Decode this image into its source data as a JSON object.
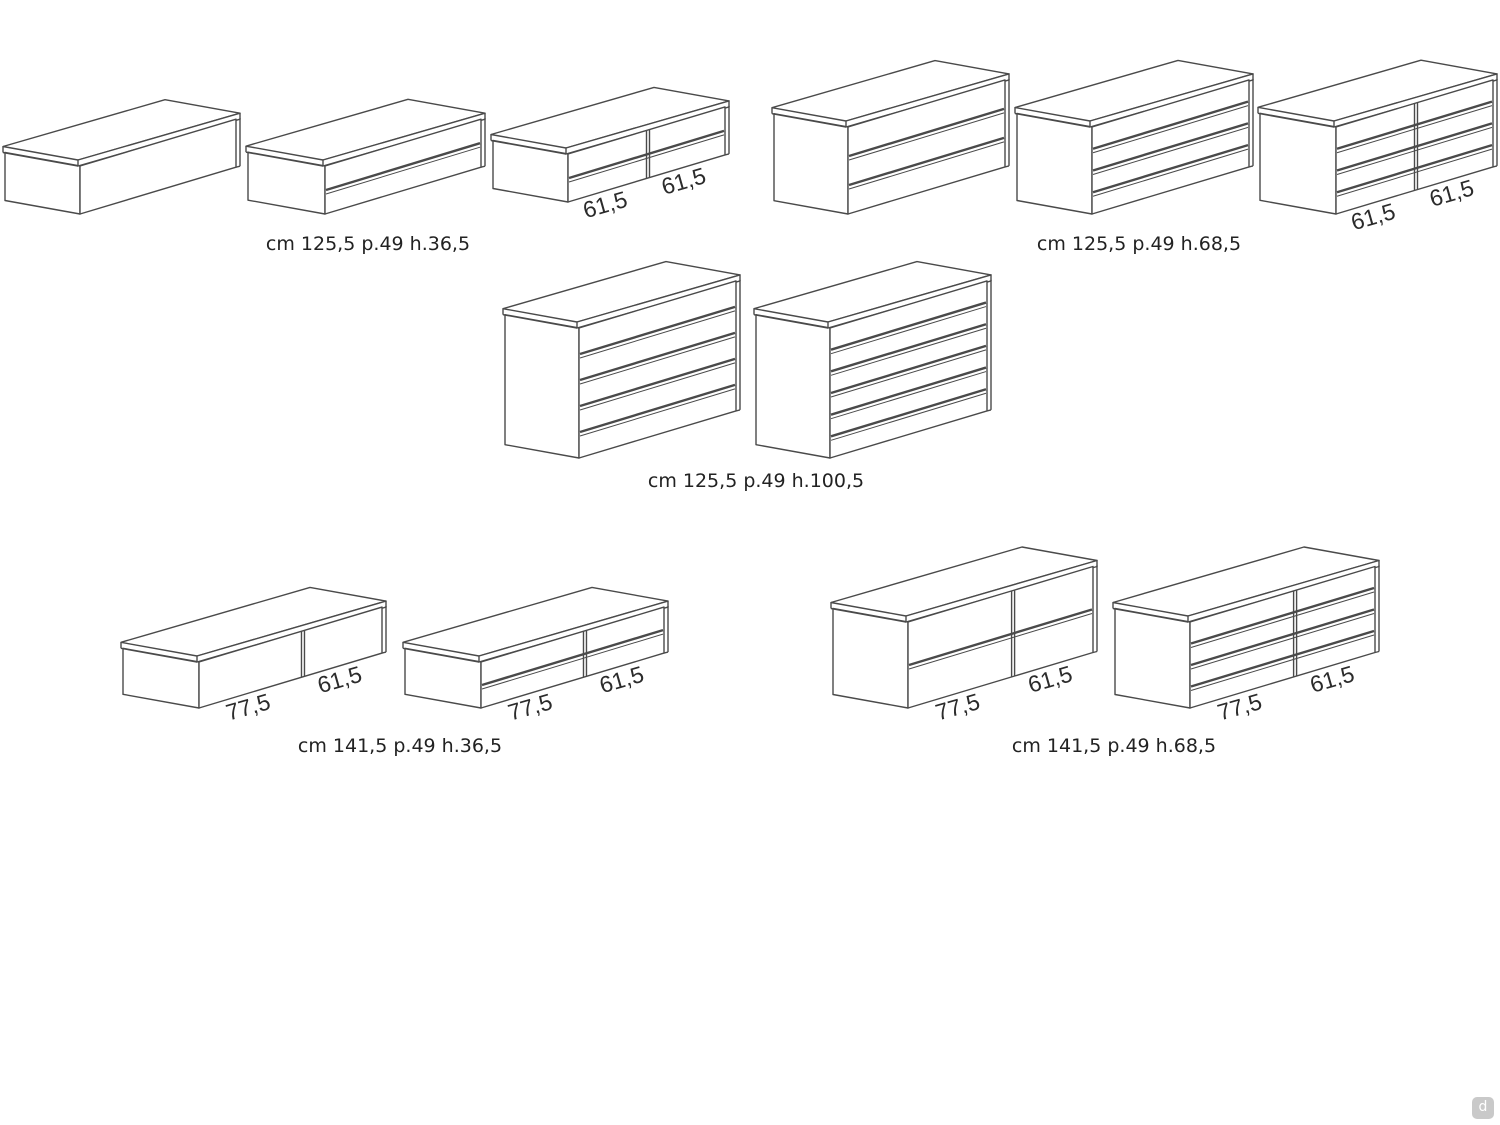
{
  "groups": [
    {
      "caption": "cm 125,5 p.49 h.36,5",
      "variants": [
        {
          "drawer_rows": 1,
          "columns": 1,
          "widths": []
        },
        {
          "drawer_rows": 2,
          "columns": 1,
          "widths": []
        },
        {
          "drawer_rows": 2,
          "columns": 2,
          "widths": [
            "61,5",
            "61,5"
          ]
        }
      ]
    },
    {
      "caption": "cm 125,5 p.49 h.68,5",
      "variants": [
        {
          "drawer_rows": 3,
          "columns": 1,
          "widths": []
        },
        {
          "drawer_rows": 4,
          "columns": 1,
          "widths": []
        },
        {
          "drawer_rows": 4,
          "columns": 2,
          "widths": [
            "61,5",
            "61,5"
          ]
        }
      ]
    },
    {
      "caption": "cm 125,5 p.49 h.100,5",
      "variants": [
        {
          "drawer_rows": 5,
          "columns": 1,
          "widths": []
        },
        {
          "drawer_rows": 6,
          "columns": 1,
          "widths": []
        }
      ]
    },
    {
      "caption": "cm 141,5 p.49 h.36,5",
      "variants": [
        {
          "drawer_rows": 1,
          "columns": 2,
          "widths": [
            "77,5",
            "61,5"
          ]
        },
        {
          "drawer_rows": 2,
          "columns": 2,
          "widths": [
            "77,5",
            "61,5"
          ]
        }
      ]
    },
    {
      "caption": "cm 141,5 p.49 h.68,5",
      "variants": [
        {
          "drawer_rows": 2,
          "columns": 2,
          "widths": [
            "77,5",
            "61,5"
          ]
        },
        {
          "drawer_rows": 4,
          "columns": 2,
          "widths": [
            "77,5",
            "61,5"
          ]
        }
      ]
    }
  ],
  "logo": {
    "letter": "d"
  }
}
